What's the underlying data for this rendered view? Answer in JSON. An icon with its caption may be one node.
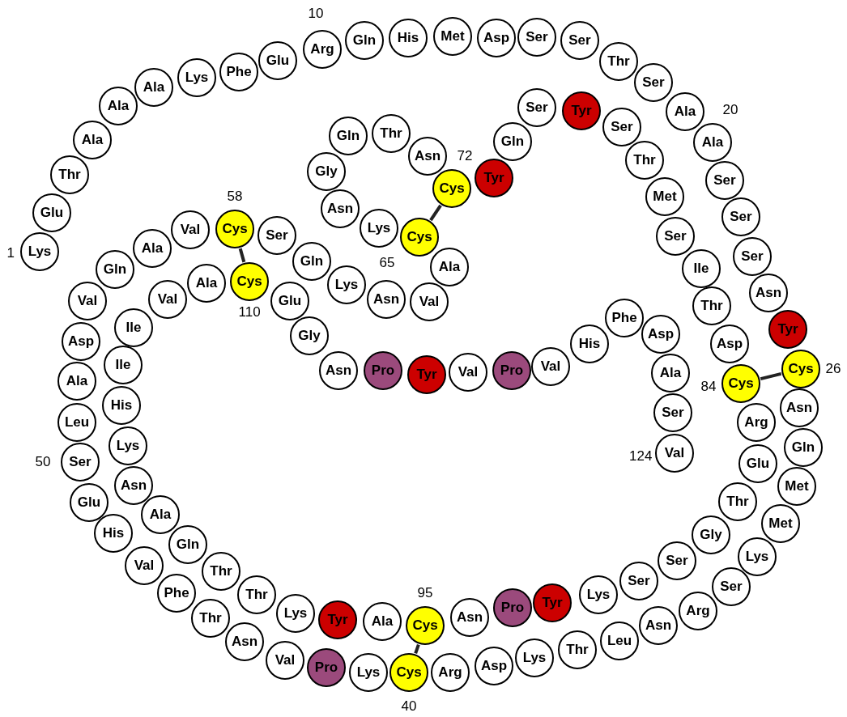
{
  "diagram": {
    "nodes": [
      {
        "text": [
          "Lys"
        ],
        "beside": [
          "1"
        ]
      },
      {
        "text": [
          "Glu"
        ]
      },
      {
        "text": [
          "Thr"
        ]
      },
      {
        "text": [
          "Ala"
        ]
      },
      {
        "text": [
          "Ala"
        ]
      },
      {
        "text": [
          "Ala"
        ]
      },
      {
        "text": [
          "Lys"
        ]
      },
      {
        "text": [
          "Phe"
        ]
      },
      {
        "text": [
          "Glu"
        ]
      },
      {
        "text": [
          "Arg"
        ],
        "beside": [
          "10"
        ]
      },
      {
        "text": [
          "Gln"
        ]
      },
      {
        "text": [
          "His"
        ]
      },
      {
        "text": [
          "Met"
        ]
      },
      {
        "text": [
          "Asp"
        ]
      },
      {
        "text": [
          "Ser"
        ]
      },
      {
        "text": [
          "Ser"
        ]
      },
      {
        "text": [
          "Thr"
        ]
      },
      {
        "text": [
          "Ser"
        ]
      },
      {
        "text": [
          "Ala"
        ]
      },
      {
        "text": [
          "Ala"
        ],
        "beside": [
          "20"
        ]
      },
      {
        "text": [
          "Ser"
        ]
      },
      {
        "text": [
          "Ser"
        ]
      },
      {
        "text": [
          "Ser"
        ]
      },
      {
        "text": [
          "Asn"
        ]
      },
      {
        "text": [
          "Tyr"
        ]
      },
      {
        "text": [
          "Cys"
        ],
        "beside": [
          "26"
        ]
      },
      {
        "text": [
          "Asn"
        ]
      },
      {
        "text": [
          "Gln"
        ]
      },
      {
        "text": [
          "Met"
        ]
      },
      {
        "text": [
          "Met"
        ]
      },
      {
        "text": [
          "Lys"
        ]
      },
      {
        "text": [
          "Ser"
        ]
      },
      {
        "text": [
          "Arg"
        ]
      },
      {
        "text": [
          "Asn"
        ]
      },
      {
        "text": [
          "Leu"
        ]
      },
      {
        "text": [
          "Thr"
        ]
      },
      {
        "text": [
          "Lys"
        ]
      },
      {
        "text": [
          "Asp"
        ]
      },
      {
        "text": [
          "Arg"
        ]
      },
      {
        "text": [
          "Cys"
        ],
        "beside": [
          "40"
        ]
      },
      {
        "text": [
          "Lys"
        ]
      },
      {
        "text": [
          "Pro"
        ]
      },
      {
        "text": [
          "Val"
        ]
      },
      {
        "text": [
          "Asn"
        ]
      },
      {
        "text": [
          "Thr"
        ]
      },
      {
        "text": [
          "Phe"
        ]
      },
      {
        "text": [
          "Val"
        ]
      },
      {
        "text": [
          "His"
        ]
      },
      {
        "text": [
          "Glu"
        ]
      },
      {
        "text": [
          "Ser"
        ],
        "beside": [
          "50"
        ]
      },
      {
        "text": [
          "Leu"
        ]
      },
      {
        "text": [
          "Ala"
        ]
      },
      {
        "text": [
          "Asp"
        ]
      },
      {
        "text": [
          "Val"
        ]
      },
      {
        "text": [
          "Gln"
        ]
      },
      {
        "text": [
          "Ala"
        ]
      },
      {
        "text": [
          "Val"
        ]
      },
      {
        "text": [
          "Cys"
        ],
        "beside": [
          "58"
        ]
      },
      {
        "text": [
          "Ser"
        ]
      },
      {
        "text": [
          "Gln"
        ]
      },
      {
        "text": [
          "Lys"
        ]
      },
      {
        "text": [
          "Asn"
        ]
      },
      {
        "text": [
          "Val"
        ]
      },
      {
        "text": [
          "Ala"
        ]
      },
      {
        "text": [
          "Cys"
        ],
        "beside": [
          "65"
        ]
      },
      {
        "text": [
          "Lys"
        ]
      },
      {
        "text": [
          "Asn"
        ]
      },
      {
        "text": [
          "Gly"
        ]
      },
      {
        "text": [
          "Gln"
        ]
      },
      {
        "text": [
          "Thr"
        ]
      },
      {
        "text": [
          "Asn"
        ]
      },
      {
        "text": [
          "Cys"
        ],
        "beside": [
          "72"
        ]
      },
      {
        "text": [
          "Tyr"
        ]
      },
      {
        "text": [
          "Gln"
        ]
      },
      {
        "text": [
          "Ser"
        ]
      },
      {
        "text": [
          "Tyr"
        ]
      },
      {
        "text": [
          "Ser"
        ]
      },
      {
        "text": [
          "Thr"
        ]
      },
      {
        "text": [
          "Met"
        ]
      },
      {
        "text": [
          "Ser"
        ]
      },
      {
        "text": [
          "Ile"
        ]
      },
      {
        "text": [
          "Thr"
        ]
      },
      {
        "text": [
          "Asp"
        ]
      },
      {
        "text": [
          "Cys"
        ],
        "beside": [
          "84"
        ]
      },
      {
        "text": [
          "Arg"
        ]
      },
      {
        "text": [
          "Glu"
        ]
      },
      {
        "text": [
          "Thr"
        ]
      },
      {
        "text": [
          "Gly"
        ]
      },
      {
        "text": [
          "Ser"
        ]
      },
      {
        "text": [
          "Ser"
        ]
      },
      {
        "text": [
          "Lys"
        ]
      },
      {
        "text": [
          "Tyr"
        ]
      },
      {
        "text": [
          "Pro"
        ]
      },
      {
        "text": [
          "Asn"
        ]
      },
      {
        "text": [
          "Cys"
        ],
        "beside": [
          "95"
        ]
      },
      {
        "text": [
          "Ala"
        ]
      },
      {
        "text": [
          "Tyr"
        ]
      },
      {
        "text": [
          "Lys"
        ]
      },
      {
        "text": [
          "Thr"
        ]
      },
      {
        "text": [
          "Thr"
        ]
      },
      {
        "text": [
          "Gln"
        ]
      },
      {
        "text": [
          "Ala"
        ]
      },
      {
        "text": [
          "Asn"
        ]
      },
      {
        "text": [
          "Lys"
        ]
      },
      {
        "text": [
          "His"
        ]
      },
      {
        "text": [
          "Ile"
        ]
      },
      {
        "text": [
          "Ile"
        ]
      },
      {
        "text": [
          "Val"
        ]
      },
      {
        "text": [
          "Ala"
        ]
      },
      {
        "text": [
          "Cys"
        ],
        "beside": [
          "110"
        ]
      },
      {
        "text": [
          "Glu"
        ]
      },
      {
        "text": [
          "Gly"
        ]
      },
      {
        "text": [
          "Asn"
        ]
      },
      {
        "text": [
          "Pro"
        ]
      },
      {
        "text": [
          "Tyr"
        ]
      },
      {
        "text": [
          "Val"
        ]
      },
      {
        "text": [
          "Pro"
        ]
      },
      {
        "text": [
          "Val"
        ]
      },
      {
        "text": [
          "His"
        ]
      },
      {
        "text": [
          "Phe"
        ]
      },
      {
        "text": [
          "Asp"
        ]
      },
      {
        "text": [
          "Ala"
        ]
      },
      {
        "text": [
          "Ser"
        ]
      },
      {
        "text": [
          "Val"
        ],
        "beside": [
          "124"
        ]
      }
    ],
    "edges": [
      {
        "from": 25,
        "to": 83,
        "arrow": "none"
      },
      {
        "from": 39,
        "to": 94,
        "arrow": "none"
      },
      {
        "from": 57,
        "to": 109,
        "arrow": "none"
      },
      {
        "from": 64,
        "to": 71,
        "arrow": "none"
      }
    ]
  }
}
